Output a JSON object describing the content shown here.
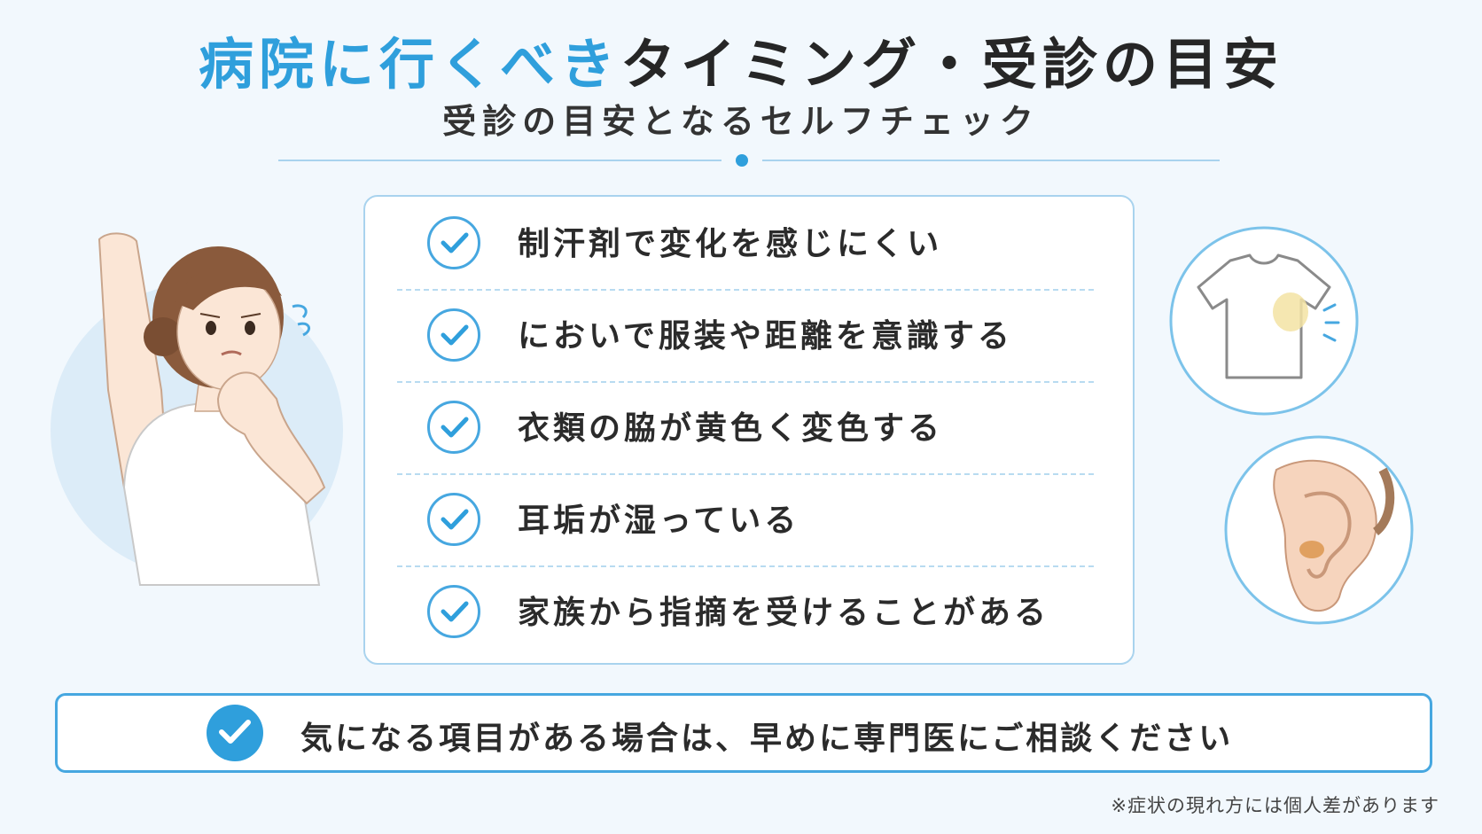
{
  "title": {
    "highlight": "病院に行くべき",
    "rest": "タイミング・受診の目安"
  },
  "subtitle": "受診の目安となるセルフチェック",
  "checklist": [
    {
      "label": "制汗剤で変化を感じにくい"
    },
    {
      "label": "においで服装や距離を意識する"
    },
    {
      "label": "衣類の脇が黄色く変色する"
    },
    {
      "label": "耳垢が湿っている"
    },
    {
      "label": "家族から指摘を受けることがある"
    }
  ],
  "advice": "気になる項目がある場合は、早めに専門医にご相談ください",
  "footnote": "※症状の現れ方には個人差があります",
  "colors": {
    "accent": "#2f9fdc",
    "border": "#a9d3ee",
    "background": "#f2f8fd"
  },
  "icons": [
    "woman-worried-illustration",
    "stained-tshirt-icon",
    "ear-icon",
    "check-icon"
  ]
}
